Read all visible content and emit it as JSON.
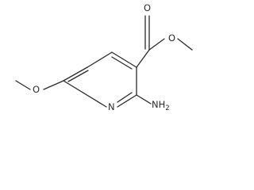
{
  "molecule": {
    "atoms": {
      "carbonyl_oxygen": "O",
      "ester_oxygen": "O",
      "ring_nitrogen": "N",
      "methoxy_oxygen": "O",
      "amino_main": "NH",
      "amino_subscript": "2"
    }
  }
}
